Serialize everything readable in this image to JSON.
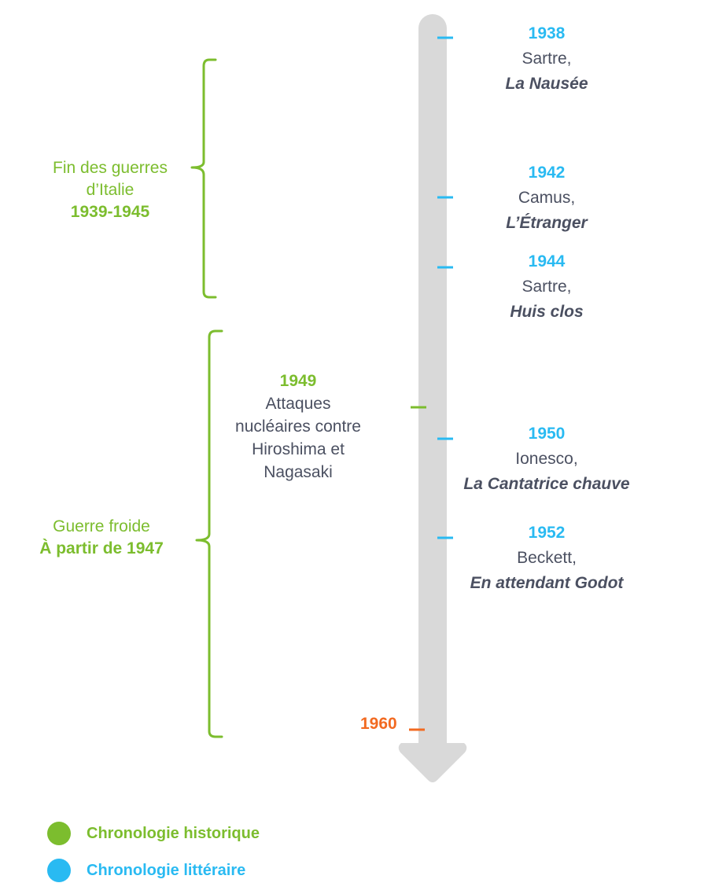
{
  "colors": {
    "historique": "#7cbd2e",
    "litteraire": "#29baf2",
    "end_marker": "#f26a21",
    "axis": "#d9d9d9",
    "text": "#4b5061"
  },
  "literary_events": [
    {
      "year": "1938",
      "author": "Sartre,",
      "work": "La Nausée"
    },
    {
      "year": "1942",
      "author": "Camus,",
      "work": "L’Étranger"
    },
    {
      "year": "1944",
      "author": "Sartre,",
      "work": "Huis clos"
    },
    {
      "year": "1950",
      "author": "Ionesco,",
      "work": "La Cantatrice chauve"
    },
    {
      "year": "1952",
      "author": "Beckett,",
      "work": "En attendant Godot"
    }
  ],
  "historical_event": {
    "year": "1949",
    "lines": [
      "Attaques",
      "nucléaires contre",
      "Hiroshima et",
      "Nagasaki"
    ]
  },
  "historical_periods": [
    {
      "lines": [
        "Fin des guerres",
        "d’Italie"
      ],
      "range": "1939-1945"
    },
    {
      "lines": [
        "Guerre froide"
      ],
      "range": "À partir de 1947"
    }
  ],
  "end_year": "1960",
  "legend": [
    {
      "label": "Chronologie historique",
      "color": "#7cbd2e"
    },
    {
      "label": "Chronologie littéraire",
      "color": "#29baf2"
    }
  ]
}
